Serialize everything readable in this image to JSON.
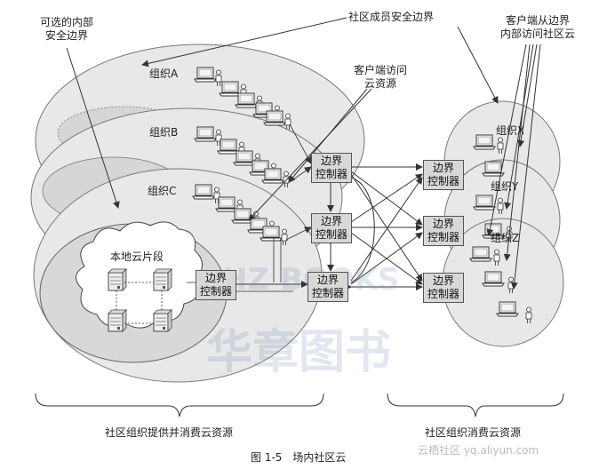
{
  "labels": {
    "optional_boundary": [
      "可选的内部",
      "安全边界"
    ],
    "member_boundary": "社区成员安全边界",
    "client_access": [
      "客户端访问",
      "云资源"
    ],
    "client_from_boundary": [
      "客户端从边界",
      "内部访问社区云"
    ],
    "org_a": "组织A",
    "org_b": "组织B",
    "org_c": "组织C",
    "org_x": "组织X",
    "org_y": "组织Y",
    "org_z": "组织Z",
    "local_cloud": "本地云片段",
    "left_group": "社区组织提供并消费云资源",
    "right_group": "社区组织消费云资源",
    "caption": "图 1-5　场内社区云"
  },
  "controllers": [
    {
      "id": "ctrl-c-local",
      "lines": [
        "边界",
        "控制器"
      ]
    },
    {
      "id": "ctrl-a",
      "lines": [
        "边界",
        "控制器"
      ]
    },
    {
      "id": "ctrl-b",
      "lines": [
        "边界",
        "控制器"
      ]
    },
    {
      "id": "ctrl-c",
      "lines": [
        "边界",
        "控制器"
      ]
    },
    {
      "id": "ctrl-x",
      "lines": [
        "边界",
        "控制器"
      ]
    },
    {
      "id": "ctrl-y",
      "lines": [
        "边界",
        "控制器"
      ]
    },
    {
      "id": "ctrl-z",
      "lines": [
        "边界",
        "控制器"
      ]
    }
  ],
  "watermark": {
    "brand": "华章图书",
    "latin": "HZ BOOKS",
    "site": "云栖社区 yq.aliyun.com"
  },
  "colors": {
    "ellipse_fill": "#e9e9e9",
    "ellipse_stroke": "#777777",
    "controller_fill": "#d8d8d8",
    "line": "#333333"
  }
}
